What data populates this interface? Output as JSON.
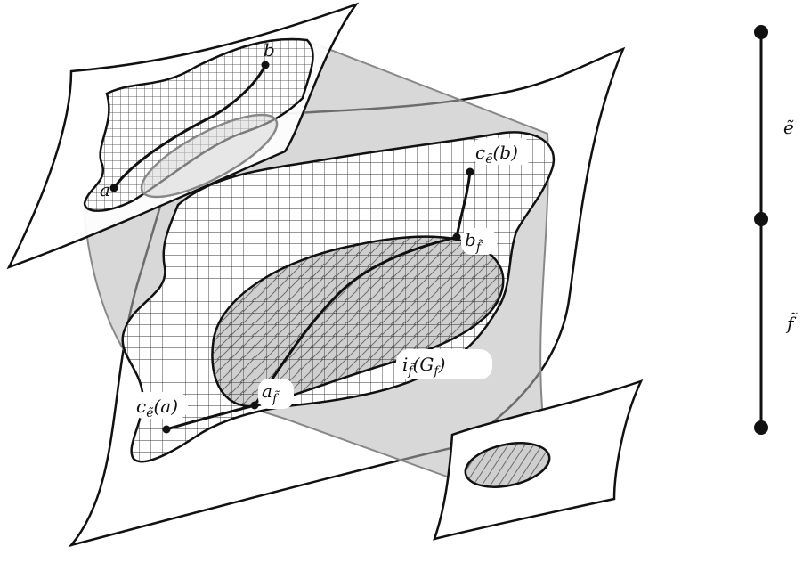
{
  "labels": {
    "a": "a",
    "b": "b",
    "c_e_b": {
      "main": "c",
      "sub": "ẽ",
      "arg": "(b)"
    },
    "b_f": {
      "main": "b",
      "sub": "f̃"
    },
    "a_f": {
      "main": "a",
      "sub": "f̃"
    },
    "c_e_a": {
      "main": "c",
      "sub": "ẽ",
      "arg": "(a)"
    },
    "i_f": {
      "main": "i",
      "sub": "f̃",
      "arg_open": "(G",
      "arg_sub": "f",
      "arg_close": ")"
    },
    "e_tilde": "ẽ",
    "f_tilde": "f̃"
  },
  "colors": {
    "ink": "#111111",
    "tube_fill": "#c9c9c9",
    "surface_fill": "#ffffff",
    "grid": "#222222",
    "hatch": "#555555"
  }
}
